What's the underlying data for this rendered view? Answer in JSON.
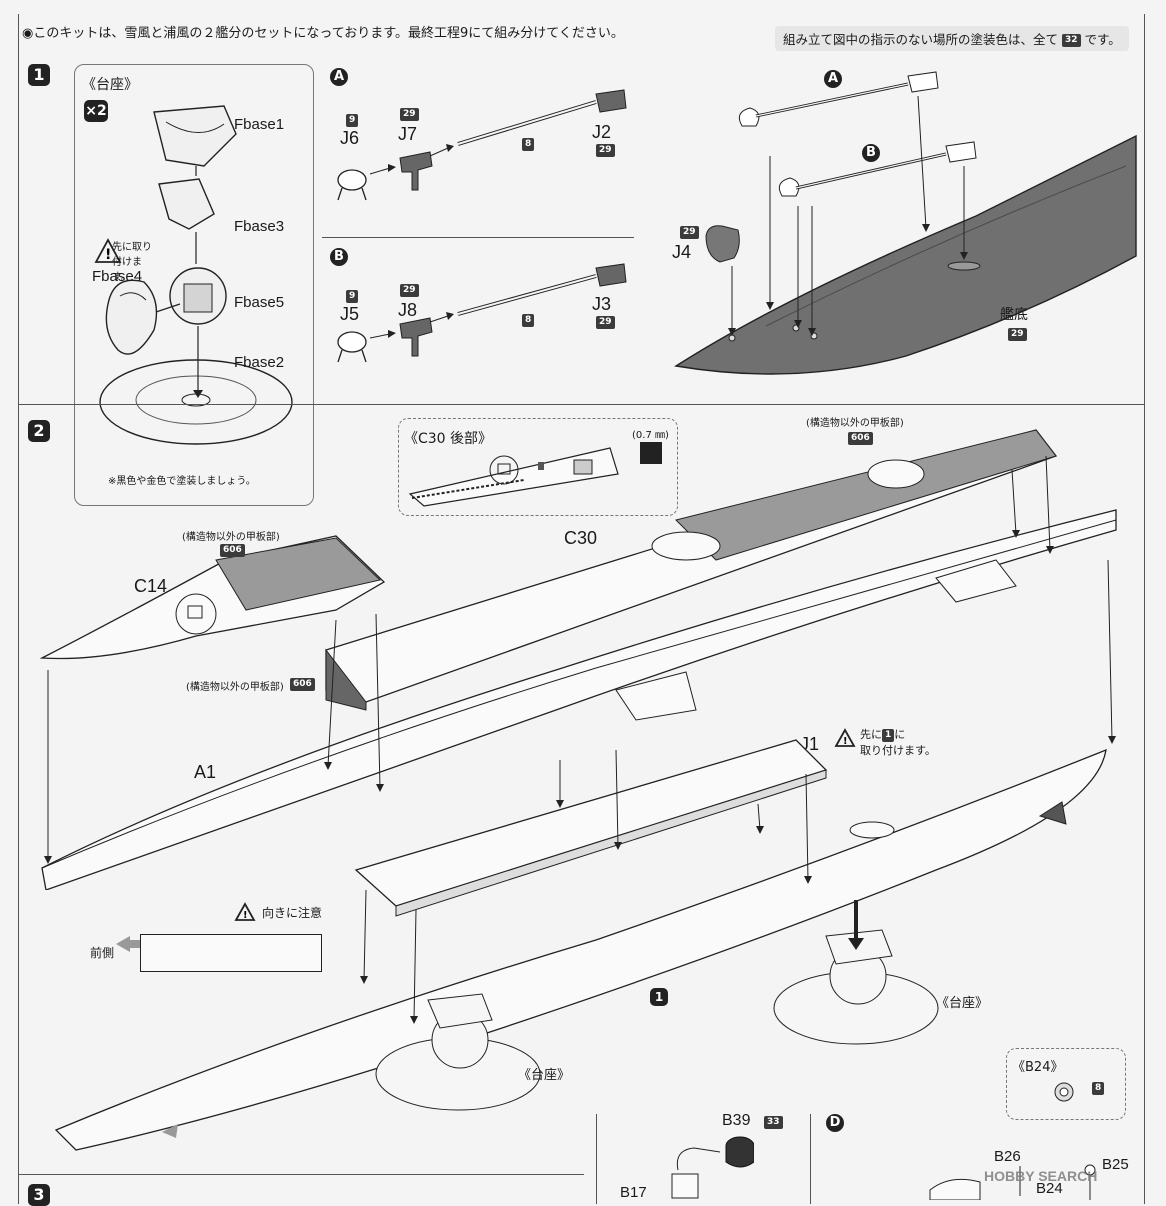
{
  "header": {
    "note": "◉このキットは、雪風と浦風の２艦分のセットになっております。最終工程9にて組み分けてください。",
    "paint_note_prefix": "組み立て図中の指示のない場所の塗装色は、全て",
    "paint_note_code": "32",
    "paint_note_suffix": "です。"
  },
  "step1": {
    "number": "1",
    "base_panel": {
      "title": "《台座》",
      "multiplier": "×2",
      "parts": [
        "Fbase1",
        "Fbase3",
        "Fbase4",
        "Fbase5",
        "Fbase2"
      ],
      "caution": "先に取り付けます。",
      "paint_note": "※黒色や金色で塗装しましょう。"
    },
    "sub_a": {
      "label": "A",
      "parts": [
        {
          "code": "9",
          "name": "J6"
        },
        {
          "code": "29",
          "name": "J7"
        },
        {
          "code": "8",
          "name": ""
        },
        {
          "code": "29",
          "name": "J2"
        }
      ]
    },
    "sub_b": {
      "label": "B",
      "parts": [
        {
          "code": "9",
          "name": "J5"
        },
        {
          "code": "29",
          "name": "J8"
        },
        {
          "code": "8",
          "name": ""
        },
        {
          "code": "29",
          "name": "J3"
        }
      ]
    },
    "hull_bottom": {
      "label_a": "A",
      "label_b": "B",
      "j4_code": "29",
      "j4_name": "J4",
      "bottom_name": "艦底",
      "bottom_code": "29"
    }
  },
  "step2": {
    "number": "2",
    "c30_rear_label": "《C30 後部》",
    "thickness": "(0.7 ㎜)",
    "deck_note": "(構造物以外の甲板部)",
    "deck_code": "606",
    "c30_name": "C30",
    "c14_name": "C14",
    "a1_name": "A1",
    "j1_name": "J1",
    "j1_caution_1": "先に",
    "j1_caution_step": "1",
    "j1_caution_2": "に",
    "j1_caution_3": "取り付けます。",
    "orientation_caution": "向きに注意",
    "bow": "前側",
    "step_ref": "1",
    "base_label": "《台座》",
    "b24_label": "《B24》",
    "b24_code": "8",
    "sub_d": "D",
    "b39_name": "B39",
    "b39_code": "33",
    "b26": "B26",
    "b25": "B25",
    "b24": "B24",
    "b17": "B17"
  },
  "step3": {
    "number": "3"
  },
  "watermark": "HOBBY SEARCH"
}
